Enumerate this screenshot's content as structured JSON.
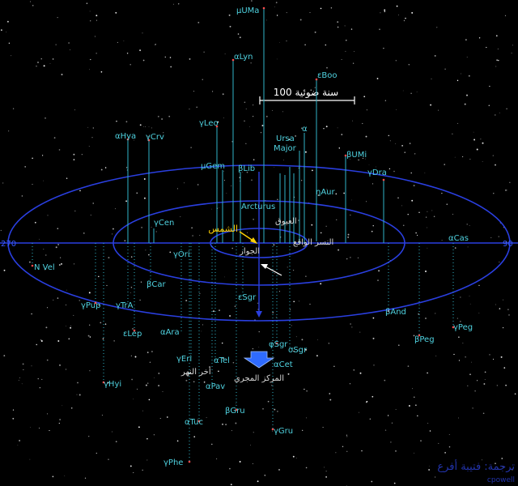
{
  "scale_label": "100 سنة ضوئية",
  "axis_labels": {
    "left": "270",
    "right": "90"
  },
  "center_labels": {
    "sun": "الشمس",
    "sirius_area": "الجوار",
    "galactic_center": "المركز المجري",
    "eridanus": "أخر النهر",
    "arcturus": "Arcturus",
    "ayyuq": "العيوق",
    "nasr": "النسر الواقع"
  },
  "credit": {
    "line1": "ترجمة: فتيبة أفرع",
    "line2": "cpowell"
  },
  "stars": [
    {
      "name": "μUMa"
    },
    {
      "name": "αLyn"
    },
    {
      "name": "εBoo"
    },
    {
      "name": "γLeo"
    },
    {
      "name": "αHya"
    },
    {
      "name": "γCrv"
    },
    {
      "name": "μGem"
    },
    {
      "name": "βLib"
    },
    {
      "name": "Ursa"
    },
    {
      "name": "Major"
    },
    {
      "name": "α"
    },
    {
      "name": "βUMi"
    },
    {
      "name": "γDra"
    },
    {
      "name": "ηAur"
    },
    {
      "name": "αCas"
    },
    {
      "name": "γCen"
    },
    {
      "name": "N Vel"
    },
    {
      "name": "γOri"
    },
    {
      "name": "βCar"
    },
    {
      "name": "εSgr"
    },
    {
      "name": "γPup"
    },
    {
      "name": "γTrA"
    },
    {
      "name": "βAnd"
    },
    {
      "name": "εLep"
    },
    {
      "name": "αAra"
    },
    {
      "name": "φSgr"
    },
    {
      "name": "σSgr"
    },
    {
      "name": "βPeg"
    },
    {
      "name": "γPeg"
    },
    {
      "name": "γEri"
    },
    {
      "name": "αTel"
    },
    {
      "name": "αCet"
    },
    {
      "name": "γHyi"
    },
    {
      "name": "αPav"
    },
    {
      "name": "βGru"
    },
    {
      "name": "αTuc"
    },
    {
      "name": "γGru"
    },
    {
      "name": "γPhe"
    }
  ]
}
